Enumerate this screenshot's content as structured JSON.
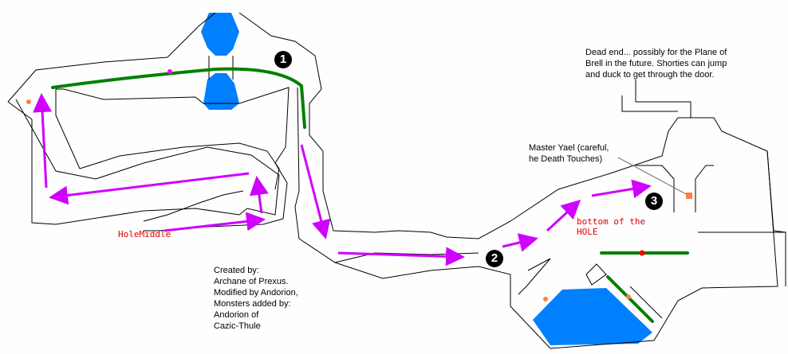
{
  "labels": {
    "dead_end": "Dead end... possibly for the Plane of\nBrell in the future.  Shorties can jump\nand duck to get through the door.",
    "master_yael": "Master Yael (careful,\nhe Death Touches)",
    "bottom_of_hole": "bottom of the\nHOLE",
    "hole_middle": "HoleMiddle",
    "credits": "Created by:\nArchane of Prexus.\nModified by Andorion,\nMonsters added by:\nAndorion of\nCazic-Thule"
  },
  "markers": [
    "1",
    "2",
    "3"
  ],
  "colors": {
    "wall": "#000000",
    "water": "#0080ff",
    "path": "#d000ff",
    "zone_line": "#008000",
    "monster": "#ff8040",
    "text_red": "#e00000"
  }
}
